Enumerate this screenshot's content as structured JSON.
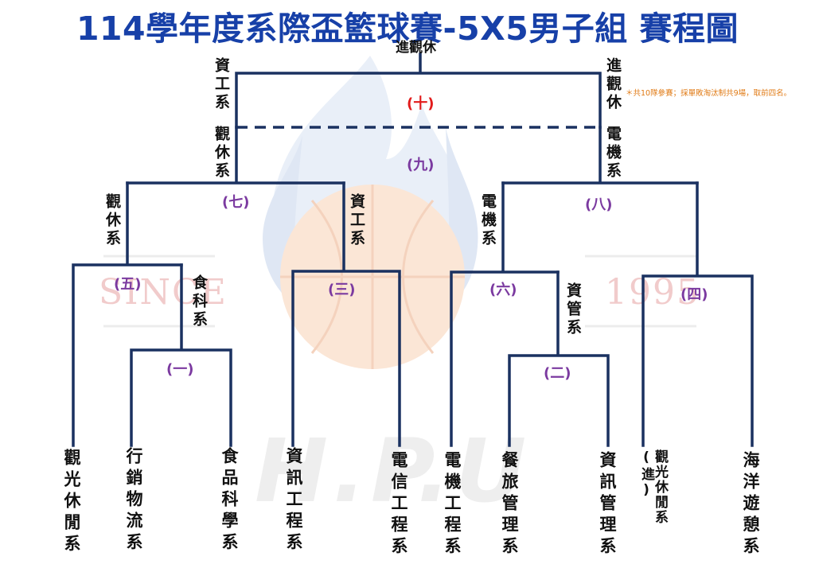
{
  "title": "114學年度系際盃籃球賽-5X5男子組 賽程圖",
  "note": "＊共10隊參賽；採單敗淘汰制共9場，取前四名。",
  "colors": {
    "line": "#1a3160",
    "title": "#1740a8",
    "round": "#7b3aa0",
    "final_round": "#e21b1b",
    "note": "#e07a14"
  },
  "watermark": {
    "since": "SINCE",
    "year": "1995",
    "logo": "H.P.U"
  },
  "teams": [
    "觀光休閒系",
    "行銷物流系",
    "食品科學系",
    "資訊工程系",
    "電信工程系",
    "電機工程系",
    "餐旅管理系",
    "資訊管理系",
    "觀光休閒系(進)",
    "海洋遊憩系"
  ],
  "rounds": {
    "r1": "(一)",
    "r2": "(二)",
    "r3": "(三)",
    "r4": "(四)",
    "r5": "(五)",
    "r6": "(六)",
    "r7": "(七)",
    "r8": "(八)",
    "r9": "(九)",
    "r10": "(十)"
  },
  "winners": {
    "r1": "食科系",
    "r2": "資管系",
    "r3": "資工系",
    "r5": "觀休系",
    "r6": "電機系",
    "r7": "觀休系",
    "r8": "電機系",
    "r9_left": "資工系",
    "r9_right": "進觀休",
    "champion": "進觀休"
  }
}
